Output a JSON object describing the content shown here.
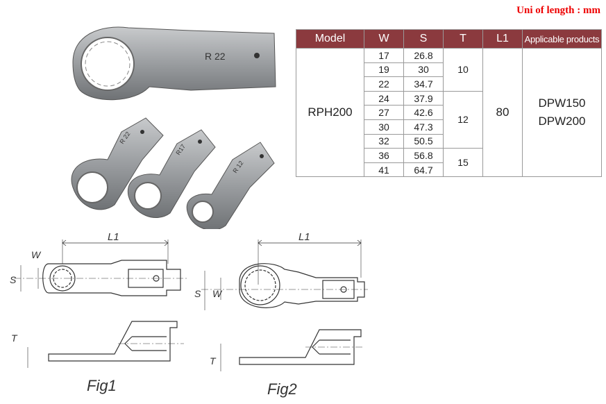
{
  "unit_note": "Uni of length : mm",
  "table": {
    "headers": [
      "Model",
      "W",
      "S",
      "T",
      "L1",
      "Applicable products"
    ],
    "model": "RPH200",
    "rows": [
      {
        "W": "17",
        "S": "26.8"
      },
      {
        "W": "19",
        "S": "30"
      },
      {
        "W": "22",
        "S": "34.7"
      },
      {
        "W": "24",
        "S": "37.9"
      },
      {
        "W": "27",
        "S": "42.6"
      },
      {
        "W": "30",
        "S": "47.3"
      },
      {
        "W": "32",
        "S": "50.5"
      },
      {
        "W": "36",
        "S": "56.8"
      },
      {
        "W": "41",
        "S": "64.7"
      }
    ],
    "T_groups": [
      "10",
      "12",
      "15"
    ],
    "L1": "80",
    "products": [
      "DPW150",
      "DPW200"
    ]
  },
  "photo_labels": {
    "large": "R 22",
    "small1": "R 22",
    "small2": "R17",
    "small3": "R 12"
  },
  "drawings": {
    "fig1": {
      "caption": "Fig1",
      "L1": "L1",
      "W": "W",
      "S": "S",
      "T": "T"
    },
    "fig2": {
      "caption": "Fig2",
      "L1": "L1",
      "W": "W",
      "S": "S",
      "T": "T"
    }
  },
  "colors": {
    "header_bg": "#8b3a3e",
    "unit_note": "#ee0000"
  }
}
